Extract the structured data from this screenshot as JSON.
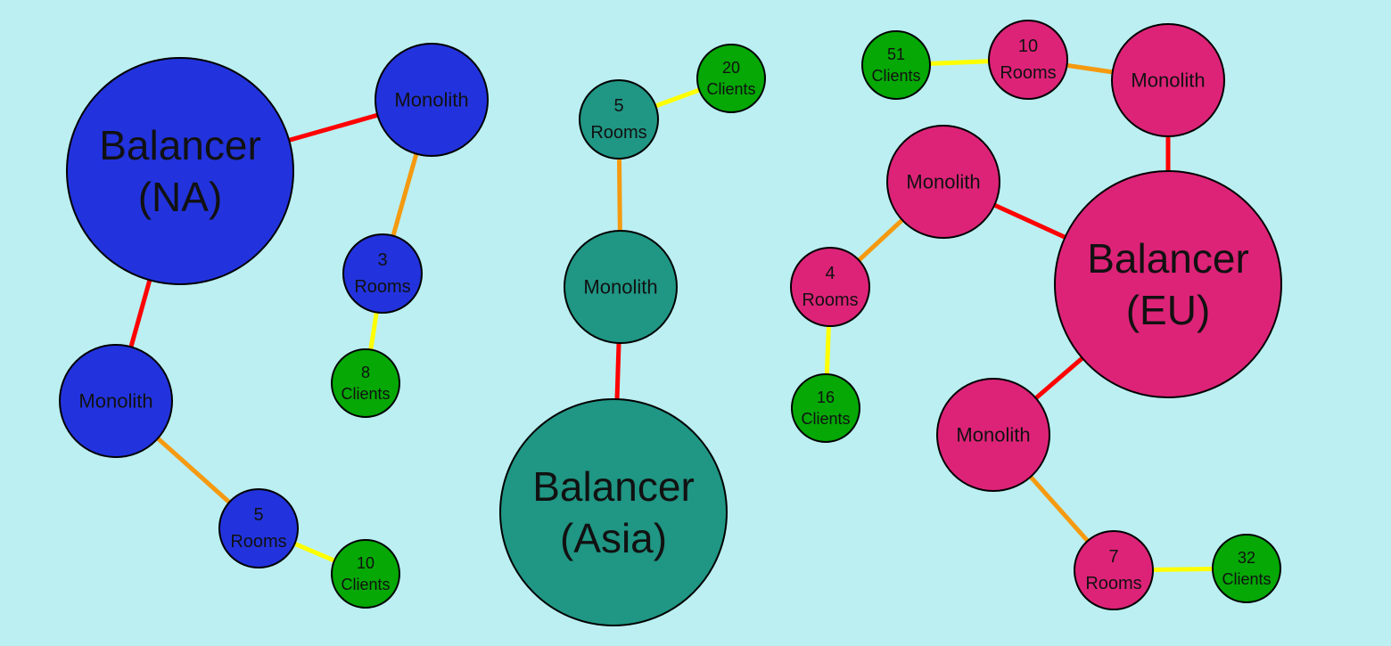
{
  "colors": {
    "background": "#bbeff2",
    "na": "#2233dd",
    "asia": "#209684",
    "eu": "#dd2378",
    "clients": "#05a805",
    "balancer_link": "#ff0000",
    "monolith_room_link": "#f59a10",
    "room_client_link": "#ffff00"
  },
  "diagram": {
    "nodes": [
      {
        "id": "bal-na",
        "name": "node-balancer-na",
        "kind": "balancer",
        "color": "na",
        "lines": [
          "Balancer",
          "(NA)"
        ]
      },
      {
        "id": "mono-na-1",
        "name": "node-monolith-na-1",
        "kind": "monolith",
        "color": "na",
        "lines": [
          "Monolith"
        ]
      },
      {
        "id": "rooms-na-1",
        "name": "node-rooms-na-1",
        "kind": "rooms",
        "color": "na",
        "lines": [
          "3",
          "Rooms"
        ]
      },
      {
        "id": "clients-na-1",
        "name": "node-clients-na-1",
        "kind": "clients",
        "color": "clients",
        "lines": [
          "8",
          "Clients"
        ]
      },
      {
        "id": "mono-na-2",
        "name": "node-monolith-na-2",
        "kind": "monolith",
        "color": "na",
        "lines": [
          "Monolith"
        ]
      },
      {
        "id": "rooms-na-2",
        "name": "node-rooms-na-2",
        "kind": "rooms",
        "color": "na",
        "lines": [
          "5",
          "Rooms"
        ]
      },
      {
        "id": "clients-na-2",
        "name": "node-clients-na-2",
        "kind": "clients",
        "color": "clients",
        "lines": [
          "10",
          "Clients"
        ]
      },
      {
        "id": "bal-asia",
        "name": "node-balancer-asia",
        "kind": "balancer",
        "color": "asia",
        "lines": [
          "Balancer",
          "(Asia)"
        ]
      },
      {
        "id": "mono-asia",
        "name": "node-monolith-asia",
        "kind": "monolith",
        "color": "asia",
        "lines": [
          "Monolith"
        ]
      },
      {
        "id": "rooms-asia",
        "name": "node-rooms-asia",
        "kind": "rooms",
        "color": "asia",
        "lines": [
          "5",
          "Rooms"
        ]
      },
      {
        "id": "clients-asia",
        "name": "node-clients-asia",
        "kind": "clients",
        "color": "clients",
        "lines": [
          "20",
          "Clients"
        ]
      },
      {
        "id": "bal-eu",
        "name": "node-balancer-eu",
        "kind": "balancer",
        "color": "eu",
        "lines": [
          "Balancer",
          "(EU)"
        ]
      },
      {
        "id": "mono-eu-1",
        "name": "node-monolith-eu-1",
        "kind": "monolith",
        "color": "eu",
        "lines": [
          "Monolith"
        ]
      },
      {
        "id": "rooms-eu-1",
        "name": "node-rooms-eu-1",
        "kind": "rooms",
        "color": "eu",
        "lines": [
          "10",
          "Rooms"
        ]
      },
      {
        "id": "clients-eu-1",
        "name": "node-clients-eu-1",
        "kind": "clients",
        "color": "clients",
        "lines": [
          "51",
          "Clients"
        ]
      },
      {
        "id": "mono-eu-2",
        "name": "node-monolith-eu-2",
        "kind": "monolith",
        "color": "eu",
        "lines": [
          "Monolith"
        ]
      },
      {
        "id": "rooms-eu-2",
        "name": "node-rooms-eu-2",
        "kind": "rooms",
        "color": "eu",
        "lines": [
          "4",
          "Rooms"
        ]
      },
      {
        "id": "clients-eu-2",
        "name": "node-clients-eu-2",
        "kind": "clients",
        "color": "clients",
        "lines": [
          "16",
          "Clients"
        ]
      },
      {
        "id": "mono-eu-3",
        "name": "node-monolith-eu-3",
        "kind": "monolith",
        "color": "eu",
        "lines": [
          "Monolith"
        ]
      },
      {
        "id": "rooms-eu-3",
        "name": "node-rooms-eu-3",
        "kind": "rooms",
        "color": "eu",
        "lines": [
          "7",
          "Rooms"
        ]
      },
      {
        "id": "clients-eu-3",
        "name": "node-clients-eu-3",
        "kind": "clients",
        "color": "clients",
        "lines": [
          "32",
          "Clients"
        ]
      }
    ],
    "edges": [
      {
        "from": "bal-na",
        "to": "mono-na-1",
        "type": "balancer_link"
      },
      {
        "from": "mono-na-1",
        "to": "rooms-na-1",
        "type": "monolith_room_link"
      },
      {
        "from": "rooms-na-1",
        "to": "clients-na-1",
        "type": "room_client_link"
      },
      {
        "from": "bal-na",
        "to": "mono-na-2",
        "type": "balancer_link"
      },
      {
        "from": "mono-na-2",
        "to": "rooms-na-2",
        "type": "monolith_room_link"
      },
      {
        "from": "rooms-na-2",
        "to": "clients-na-2",
        "type": "room_client_link"
      },
      {
        "from": "bal-asia",
        "to": "mono-asia",
        "type": "balancer_link"
      },
      {
        "from": "mono-asia",
        "to": "rooms-asia",
        "type": "monolith_room_link"
      },
      {
        "from": "rooms-asia",
        "to": "clients-asia",
        "type": "room_client_link"
      },
      {
        "from": "bal-eu",
        "to": "mono-eu-1",
        "type": "balancer_link"
      },
      {
        "from": "mono-eu-1",
        "to": "rooms-eu-1",
        "type": "monolith_room_link"
      },
      {
        "from": "rooms-eu-1",
        "to": "clients-eu-1",
        "type": "room_client_link"
      },
      {
        "from": "bal-eu",
        "to": "mono-eu-2",
        "type": "balancer_link"
      },
      {
        "from": "mono-eu-2",
        "to": "rooms-eu-2",
        "type": "monolith_room_link"
      },
      {
        "from": "rooms-eu-2",
        "to": "clients-eu-2",
        "type": "room_client_link"
      },
      {
        "from": "bal-eu",
        "to": "mono-eu-3",
        "type": "balancer_link"
      },
      {
        "from": "mono-eu-3",
        "to": "rooms-eu-3",
        "type": "monolith_room_link"
      },
      {
        "from": "rooms-eu-3",
        "to": "clients-eu-3",
        "type": "room_client_link"
      }
    ]
  }
}
